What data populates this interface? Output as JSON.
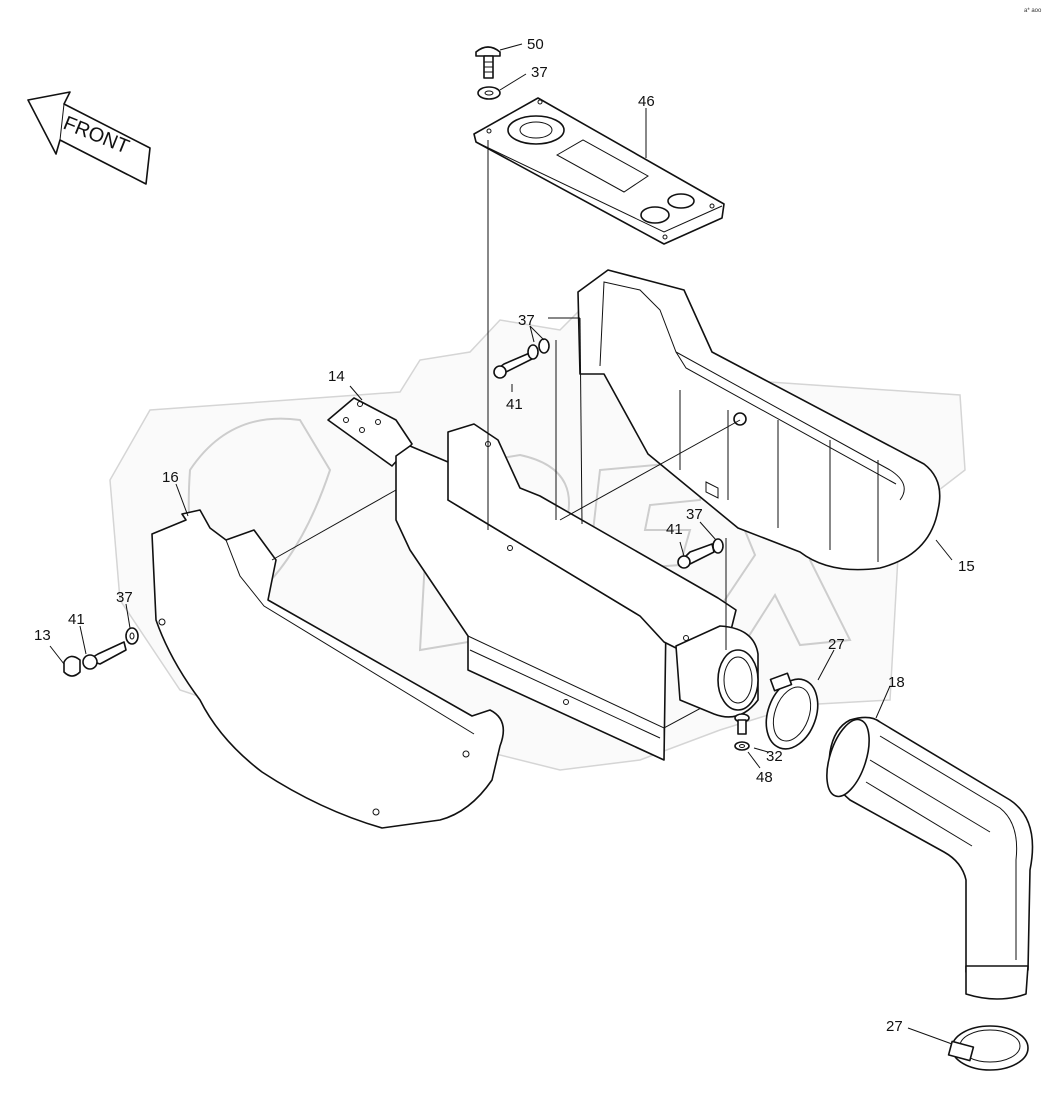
{
  "direction_label": "FRONT",
  "corner_mark": "a* aoo",
  "watermark_text": "OPEX",
  "callouts": [
    {
      "id": "c50",
      "text": "50"
    },
    {
      "id": "c37a",
      "text": "37"
    },
    {
      "id": "c46",
      "text": "46"
    },
    {
      "id": "c37b",
      "text": "37"
    },
    {
      "id": "c41a",
      "text": "41"
    },
    {
      "id": "c14",
      "text": "14"
    },
    {
      "id": "c16",
      "text": "16"
    },
    {
      "id": "c15",
      "text": "15"
    },
    {
      "id": "c41b",
      "text": "41"
    },
    {
      "id": "c37c",
      "text": "37"
    },
    {
      "id": "c37d",
      "text": "37"
    },
    {
      "id": "c41c",
      "text": "41"
    },
    {
      "id": "c13",
      "text": "13"
    },
    {
      "id": "c27a",
      "text": "27"
    },
    {
      "id": "c18",
      "text": "18"
    },
    {
      "id": "c32",
      "text": "32"
    },
    {
      "id": "c48",
      "text": "48"
    },
    {
      "id": "c27b",
      "text": "27"
    }
  ]
}
